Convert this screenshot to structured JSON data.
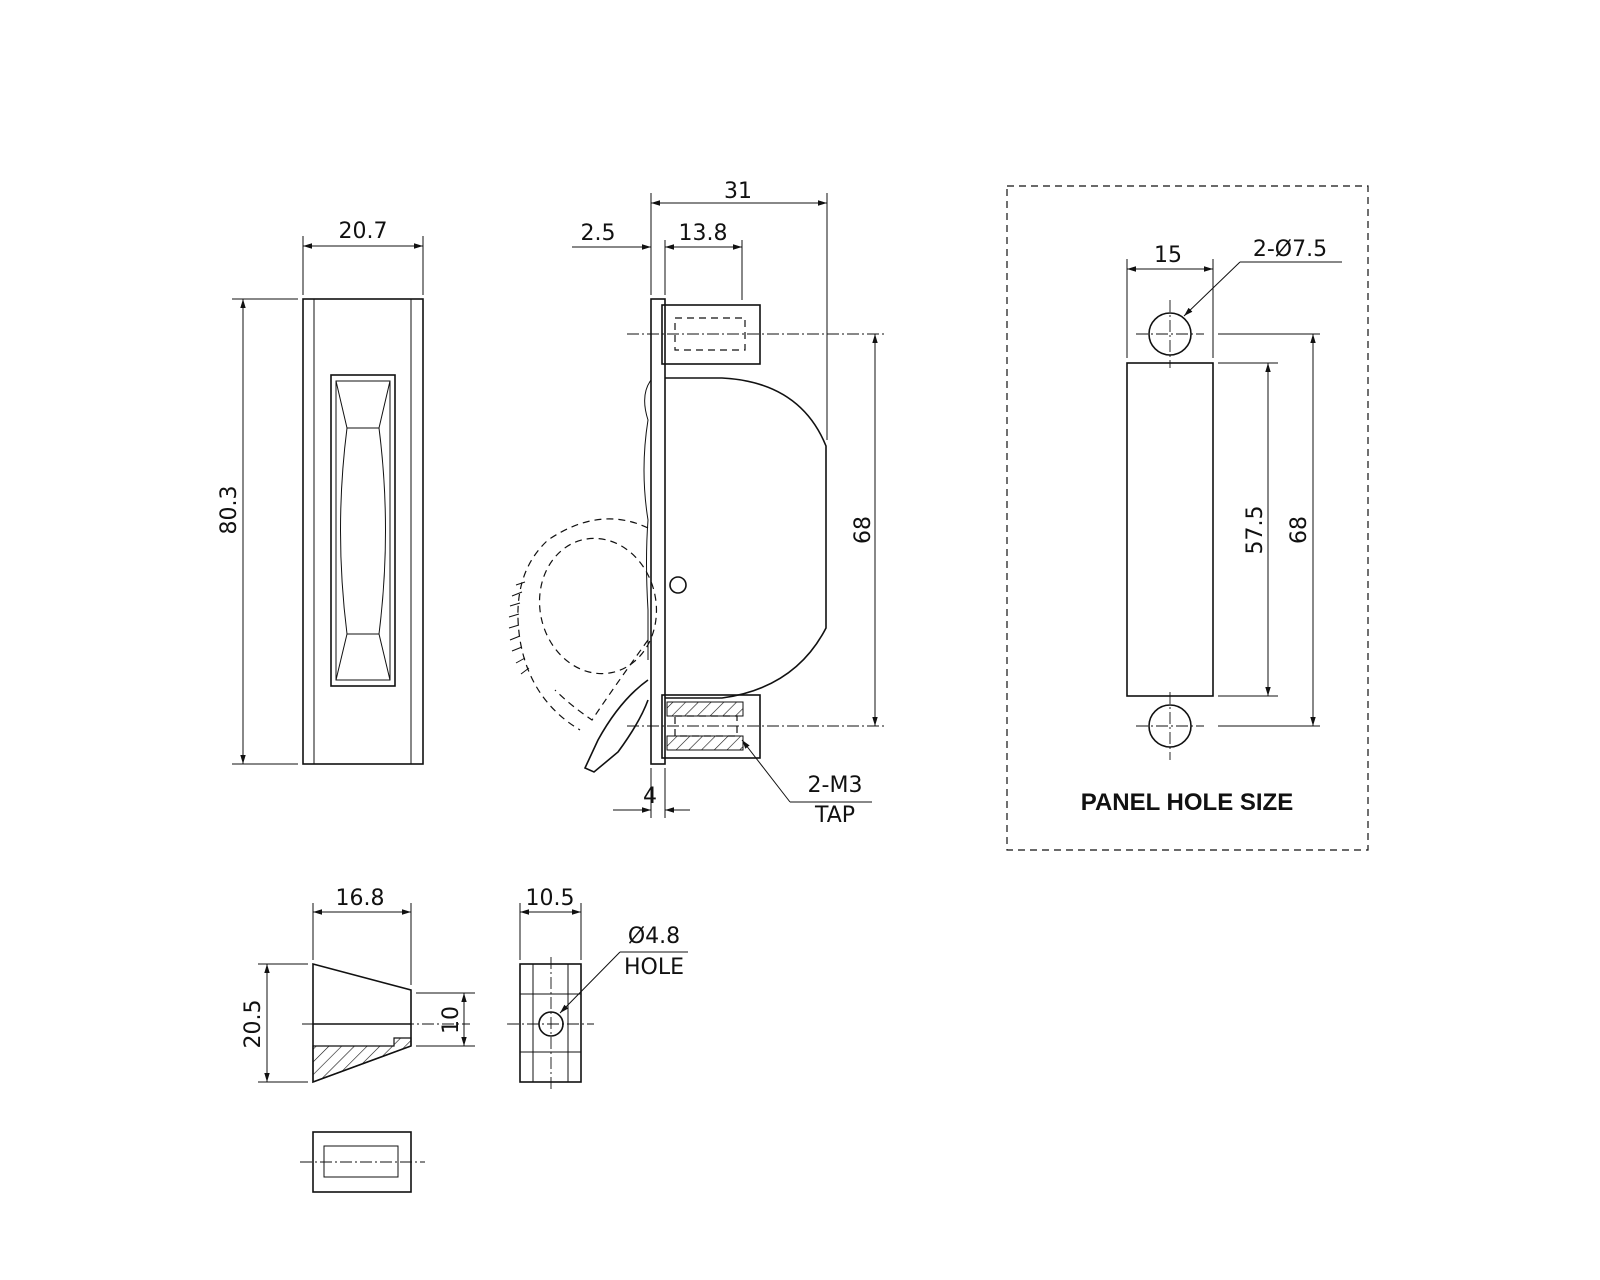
{
  "drawing": {
    "front_view": {
      "height_dim": "80.3",
      "width_dim": "20.7"
    },
    "side_view": {
      "overall_depth_dim": "31",
      "flange_dim": "2.5",
      "boss_length_dim": "13.8",
      "hole_pitch_dim": "68",
      "base_thickness_dim": "4",
      "tap_callout": "2-M3",
      "tap_callout_sub": "TAP"
    },
    "panel_hole": {
      "title": "PANEL HOLE SIZE",
      "width_dim": "15",
      "hole_callout": "2-Ø7.5",
      "slot_length_dim": "57.5",
      "hole_pitch_dim": "68"
    },
    "part_views": {
      "wedge_length_dim": "16.8",
      "wedge_height_dim": "20.5",
      "wedge_step_dim": "10",
      "block_width_dim": "10.5",
      "hole_callout": "Ø4.8",
      "hole_callout_sub": "HOLE"
    }
  },
  "colors": {
    "line": "#111111",
    "background": "#ffffff"
  }
}
